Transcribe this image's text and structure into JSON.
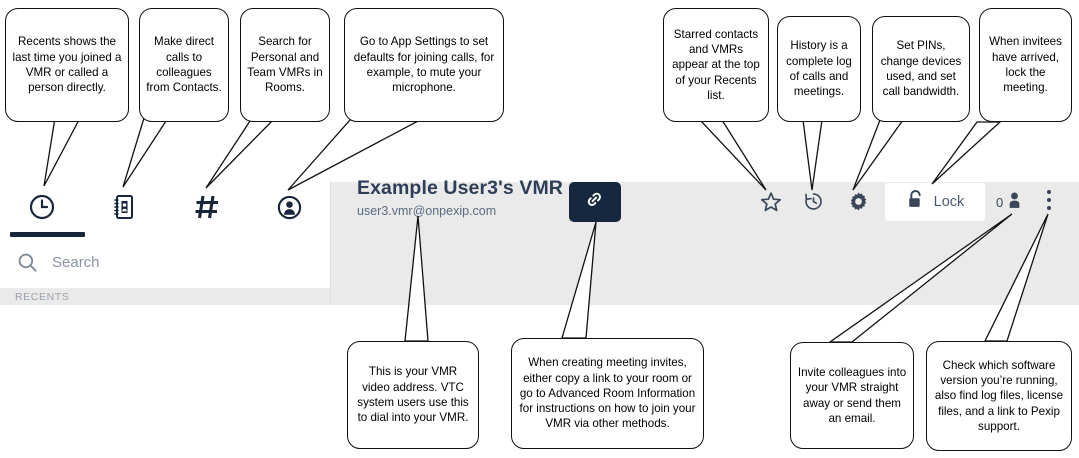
{
  "app": {
    "tabs": [
      {
        "name": "recents",
        "icon": "clock-icon",
        "active": true
      },
      {
        "name": "contacts",
        "icon": "address-book-icon",
        "active": false
      },
      {
        "name": "rooms",
        "icon": "hash-icon",
        "active": false
      },
      {
        "name": "settings",
        "icon": "person-circle-icon",
        "active": false
      }
    ],
    "search": {
      "placeholder": "Search",
      "value": "",
      "icon": "search-icon"
    },
    "recents_header": "RECENTS",
    "header": {
      "title": "Example User3's VMR",
      "email": "user3.vmr@onpexip.com",
      "link_button_icon": "chain-link-icon"
    },
    "toolbar": {
      "star_icon": "star-icon",
      "history_icon": "history-clock-icon",
      "settings_icon": "gear-icon",
      "lock_label": "Lock",
      "lock_icon": "padlock-open-icon",
      "participant_count": "0",
      "participant_icon": "person-icon",
      "menu_icon": "kebab-menu-icon"
    },
    "colors": {
      "panel_bg": "#eaeaea",
      "sidebar_bg": "#ffffff",
      "accent_dark": "#16283f",
      "title_text": "#2d3e57",
      "muted_text": "#5b6b80"
    }
  },
  "callouts": [
    {
      "id": "c1",
      "text": "Recents shows the last time you joined a VMR or called a person directly."
    },
    {
      "id": "c2",
      "text": "Make direct calls to colleagues from Contacts."
    },
    {
      "id": "c3",
      "text": "Search for Personal and Team VMRs in Rooms."
    },
    {
      "id": "c4",
      "text": "Go to App Settings to set defaults for joining calls, for example, to mute your microphone."
    },
    {
      "id": "c5",
      "text": "Starred contacts and VMRs appear at the top of your Recents list."
    },
    {
      "id": "c6",
      "text": "History is a complete log of calls and meetings."
    },
    {
      "id": "c7",
      "text": "Set PINs, change devices used, and set call bandwidth."
    },
    {
      "id": "c8",
      "text": "When invitees have arrived, lock the meeting."
    },
    {
      "id": "c9",
      "text": "This is your VMR video address. VTC system users use this to dial into your VMR."
    },
    {
      "id": "c10",
      "text": "When creating meeting invites, either copy a link to your room or go to Advanced Room Information for instructions on how to join your VMR via other methods."
    },
    {
      "id": "c11",
      "text": "Invite colleagues into your VMR straight away or send them an email."
    },
    {
      "id": "c12",
      "text": "Check which software version you’re running, also find log files, license files, and a link to Pexip support."
    }
  ]
}
